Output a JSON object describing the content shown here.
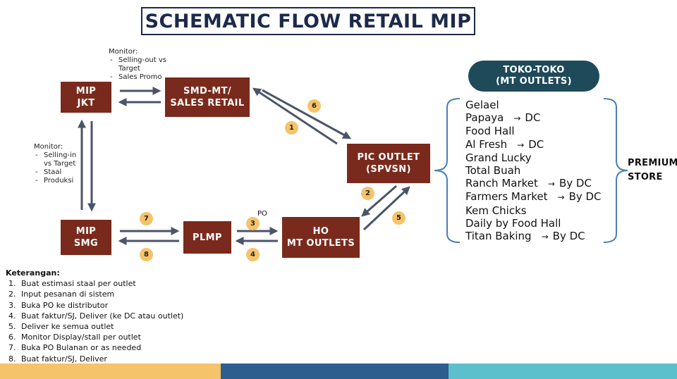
{
  "title": "SCHEMATIC FLOW RETAIL MIP",
  "nodes": {
    "mip_jkt": "MIP\nJKT",
    "smd_mt": "SMD-MT/\nSALES RETAIL",
    "pic_outlet": "PIC OUTLET\n(SPVSN)",
    "mip_smg": "MIP\nSMG",
    "plmp": "PLMP",
    "ho_mt": "HO\nMT OUTLETS"
  },
  "monitor_top": {
    "title": "Monitor:",
    "items": [
      "Selling-out vs Target",
      "Sales Promo"
    ]
  },
  "monitor_left": {
    "title": "Monitor:",
    "items": [
      "Selling-in vs Target",
      "Staal",
      "Produksi"
    ]
  },
  "badges": {
    "b1": "1",
    "b2": "2",
    "b3": "3",
    "b4": "4",
    "b5": "5",
    "b6": "6",
    "b7": "7",
    "b8": "8"
  },
  "po_label": "PO",
  "stores_header": "TOKO-TOKO\n(MT OUTLETS)",
  "stores": [
    {
      "name": "Gelael",
      "arrow": "",
      "dest": ""
    },
    {
      "name": "Papaya",
      "arrow": "→",
      "dest": "DC"
    },
    {
      "name": "Food Hall",
      "arrow": "",
      "dest": ""
    },
    {
      "name": "Al Fresh",
      "arrow": "→",
      "dest": "DC"
    },
    {
      "name": "Grand Lucky",
      "arrow": "",
      "dest": ""
    },
    {
      "name": "Total Buah",
      "arrow": "",
      "dest": ""
    },
    {
      "name": "Ranch Market",
      "arrow": "→",
      "dest": "By DC"
    },
    {
      "name": "Farmers Market",
      "arrow": "→",
      "dest": "By DC"
    },
    {
      "name": "Kem Chicks",
      "arrow": "",
      "dest": ""
    },
    {
      "name": "Daily by Food Hall",
      "arrow": "",
      "dest": ""
    },
    {
      "name": "Titan Baking",
      "arrow": "→",
      "dest": "By DC"
    }
  ],
  "premium_label": "PREMIUM\nSTORE",
  "legend": {
    "title": "Keterangan:",
    "items": [
      {
        "num": "1.",
        "text": "Buat estimasi staal per outlet"
      },
      {
        "num": "2.",
        "text": "Input pesanan di sistem"
      },
      {
        "num": "3.",
        "text": "Buka PO ke distributor"
      },
      {
        "num": "4.",
        "text": "Buat faktur/SJ, Deliver (ke DC atau outlet)"
      },
      {
        "num": "5.",
        "text": "Deliver ke semua outlet"
      },
      {
        "num": "6.",
        "text": "Monitor Display/stall per outlet"
      },
      {
        "num": "7.",
        "text": "Buka PO Bulanan or as needed"
      },
      {
        "num": "8.",
        "text": "Buat faktur/SJ, Deliver"
      }
    ]
  },
  "colors": {
    "node": "#7a2a1c",
    "arrow": "#4a5568",
    "badge": "#f4c36a",
    "oval": "#1f4a5a",
    "brace": "#4a7fb5",
    "title": "#1c2a4a",
    "footer": [
      "#f4c36a",
      "#2e5e8e",
      "#5cc0cc"
    ]
  }
}
